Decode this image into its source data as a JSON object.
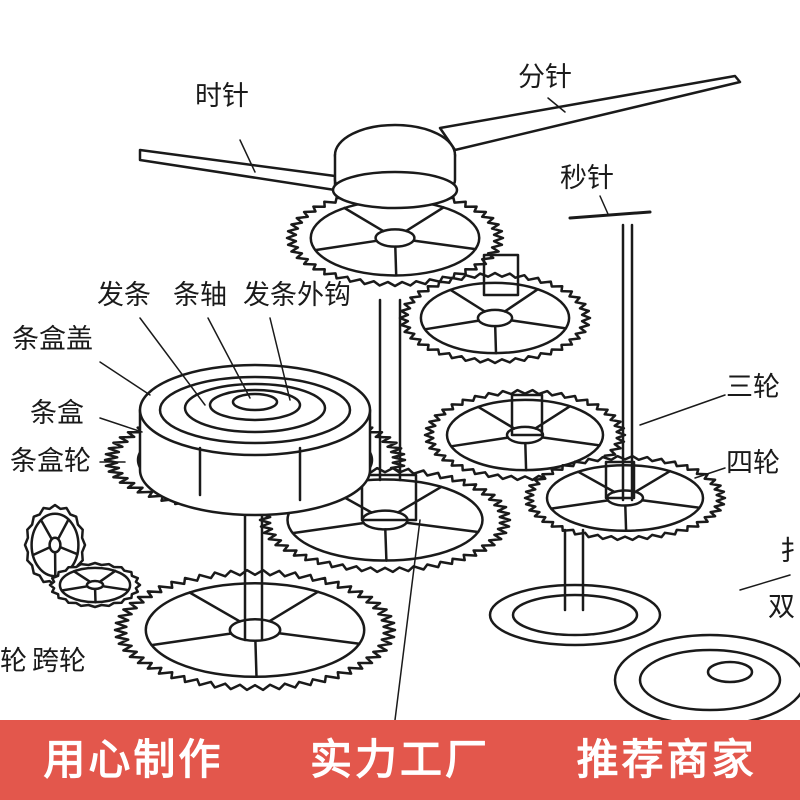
{
  "labels": {
    "hour_hand": "时针",
    "minute_hand": "分针",
    "second_hand": "秒针",
    "mainspring": "发条",
    "arbor": "条轴",
    "spring_hook": "发条外钩",
    "barrel_cover": "条盒盖",
    "barrel": "条盒",
    "barrel_wheel": "条盒轮",
    "third_wheel": "三轮",
    "fourth_wheel": "四轮",
    "bridge_wheel": "跨轮",
    "left_partial": "轮",
    "right_partial_1": "扌",
    "right_partial_2": "双"
  },
  "banner": {
    "slogan_1": "用心制作",
    "slogan_2": "实力工厂",
    "slogan_3": "推荐商家"
  },
  "colors": {
    "line": "#1a1a1a",
    "banner": "#e3574c",
    "banner_text": "#ffffff"
  }
}
